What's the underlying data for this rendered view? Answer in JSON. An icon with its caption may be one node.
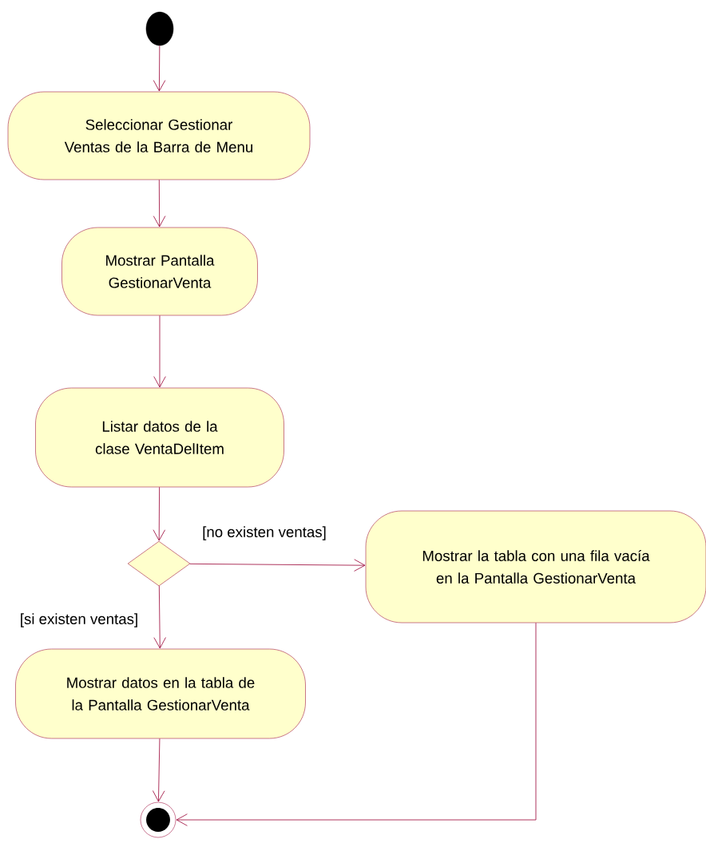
{
  "diagram": {
    "nodes": [
      {
        "text": [],
        "shape": "circle"
      },
      {
        "text": [
          "Seleccionar Gestionar Ventas de la Barra de Menu"
        ]
      },
      {
        "text": [
          "Mostrar Pantalla GestionarVenta"
        ]
      },
      {
        "text": [
          "Listar datos de la clase VentaDelItem"
        ]
      },
      {
        "text": [],
        "shape": "diamond"
      },
      {
        "text": [
          "Mostrar la tabla con una fila vacía en la Pantalla GestionarVenta"
        ]
      },
      {
        "text": [
          "Mostrar datos en la tabla de la Pantalla GestionarVenta"
        ]
      },
      {
        "text": [],
        "shape": "bullseye"
      }
    ],
    "edges": [
      {
        "from": 0,
        "to": 1,
        "arrow": "to"
      },
      {
        "from": 1,
        "to": 2,
        "arrow": "to"
      },
      {
        "from": 2,
        "to": 3,
        "arrow": "to"
      },
      {
        "from": 3,
        "to": 4,
        "arrow": "to"
      },
      {
        "from": 4,
        "to": 5,
        "arrow": "to",
        "label": "[no existen ventas]"
      },
      {
        "from": 4,
        "to": 6,
        "arrow": "to",
        "label": "[si existen ventas]"
      },
      {
        "from": 6,
        "to": 7,
        "arrow": "to"
      },
      {
        "from": 5,
        "to": 7,
        "arrow": "to"
      }
    ]
  }
}
